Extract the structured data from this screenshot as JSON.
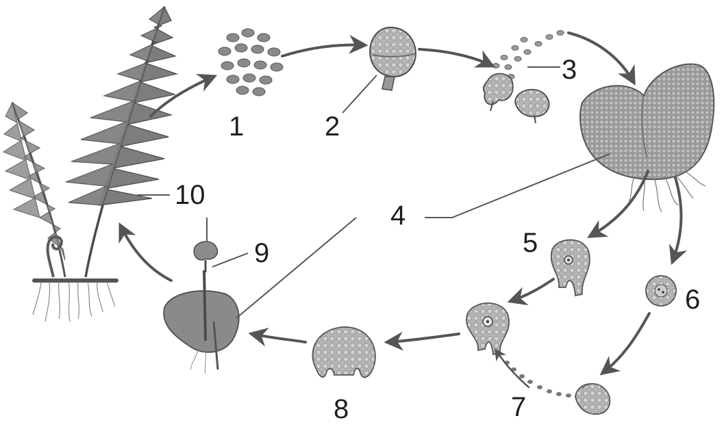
{
  "diagram": {
    "labels": {
      "n1": "1",
      "n2": "2",
      "n3": "3",
      "n4": "4",
      "n5": "5",
      "n6": "6",
      "n7": "7",
      "n8": "8",
      "n9": "9",
      "n10": "10"
    },
    "colors": {
      "ink": "#444444",
      "fill": "#8c8c8c",
      "fill_light": "#b4b4b4",
      "arrow": "#555555"
    },
    "icons": [
      "fern-sporophyte-icon",
      "sporangia-cluster-icon",
      "sporangium-icon",
      "spore-release-icon",
      "prothallus-icon",
      "antheridium-icon",
      "archegonium-icon",
      "zygote-icon",
      "young-sporophyte-icon"
    ]
  }
}
